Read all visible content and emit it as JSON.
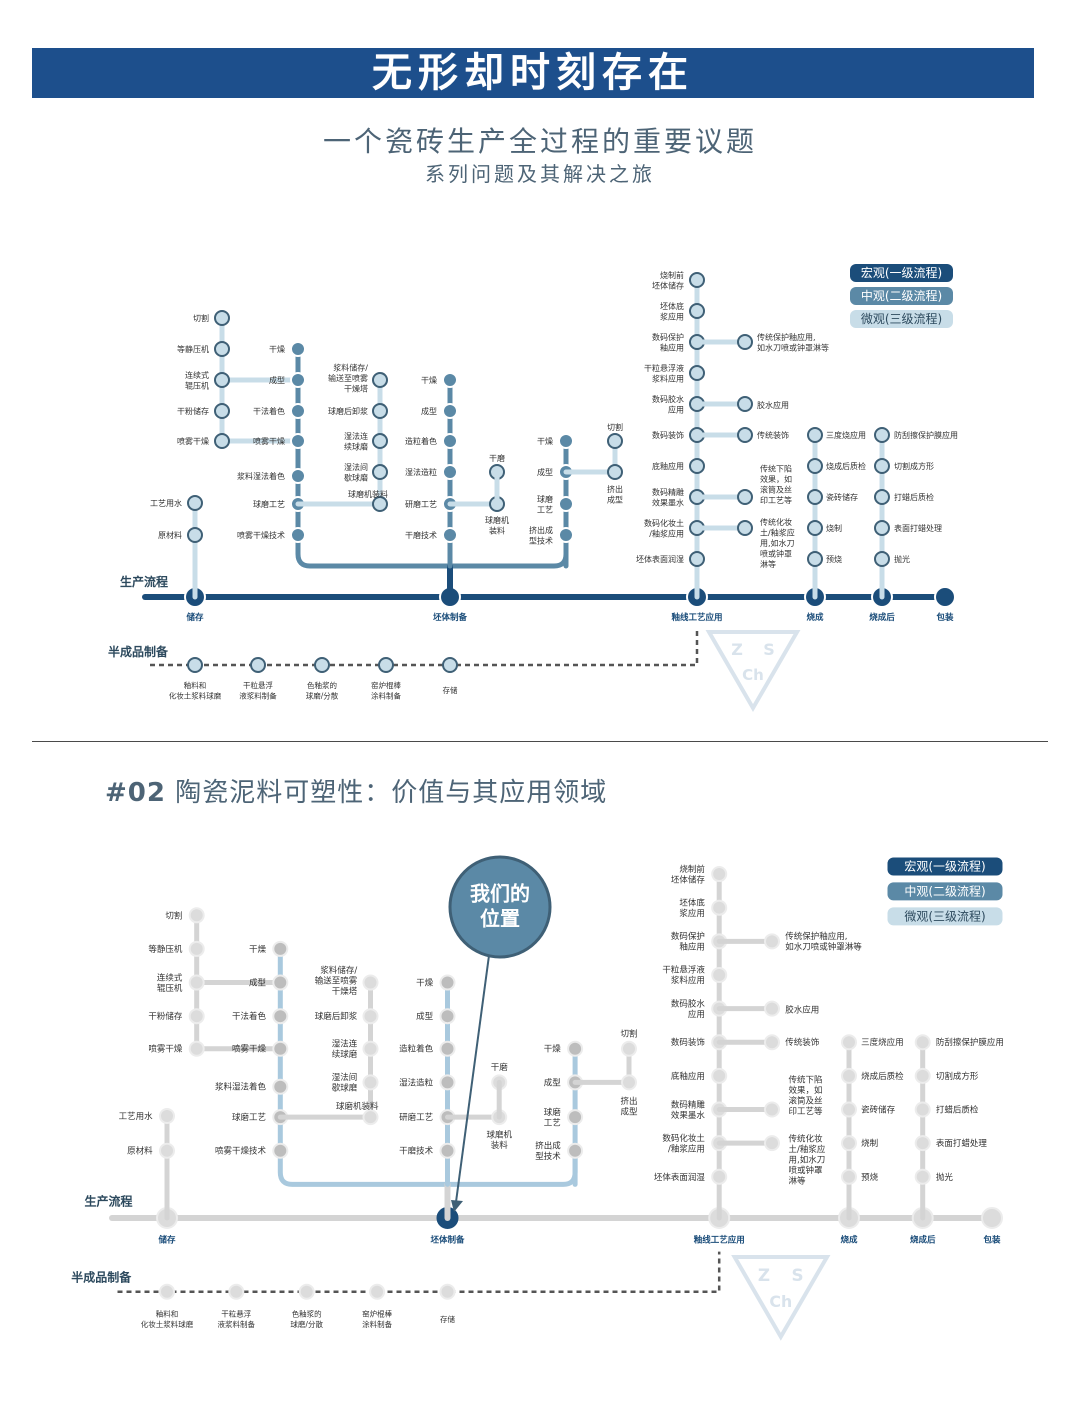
{
  "header": {
    "banner": "无形却时刻存在",
    "subtitle": "一个瓷砖生产全过程的重要议题",
    "subtitle2": "系列问题及其解决之旅"
  },
  "section2": {
    "number": "#02",
    "title": "陶瓷泥料可塑性：价值与其应用领域"
  },
  "legend": {
    "macro": "宏观(一级流程)",
    "meso": "中观(二级流程)",
    "micro": "微观(三级流程)"
  },
  "flow": {
    "production_label": "生产流程",
    "semi_label": "半成品制备",
    "main_stations": [
      "储存",
      "坯体制备",
      "釉线工艺应用",
      "烧成",
      "烧成后",
      "包装"
    ],
    "semi_stations": [
      "釉料和\n化妆土浆料球磨",
      "干粒悬浮\n液浆料制备",
      "色釉浆的\n球磨/分散",
      "窑炉棍棒\n涂料制备",
      "存储"
    ]
  },
  "stations": {
    "storage_branch": [
      "切割",
      "等静压机",
      "连续式\n辊压机",
      "干粉储存",
      "喷雾干燥"
    ],
    "storage_sub": [
      "工艺用水",
      "原材料"
    ],
    "body_a": [
      "干燥",
      "成型",
      "干法着色",
      "喷雾干燥",
      "浆料湿法着色",
      "球磨工艺",
      "喷雾干燥技术"
    ],
    "body_b": [
      "浆料储存/\n输送至喷雾\n干燥塔",
      "球磨后卸浆",
      "湿法连\n续球磨",
      "湿法间\n歇球磨",
      "球磨机装料"
    ],
    "body_c": [
      "干燥",
      "成型",
      "造粒着色",
      "湿法造粒",
      "研磨工艺",
      "干磨技术"
    ],
    "body_c_side": [
      "干磨",
      "球磨机\n装料"
    ],
    "body_d": [
      "干燥",
      "成型",
      "球磨\n工艺",
      "挤出成\n型技术"
    ],
    "body_d_side": [
      "切割",
      "挤出\n成型"
    ],
    "glaze": [
      "烧制前\n坯体储存",
      "坯体底\n浆应用",
      "数码保护\n釉应用",
      "干粒悬浮液\n浆料应用",
      "数码胶水\n应用",
      "数码装饰",
      "底釉应用",
      "数码精雕\n效果墨水",
      "数码化妆土\n/釉浆应用",
      "坯体表面润湿"
    ],
    "glaze_side": [
      "传统保护釉应用,\n如水刀喷或钟罩淋等",
      "胶水应用",
      "传统装饰",
      "传统下陷\n效果，如\n滚筒及丝\n印工艺等",
      "传统化妆\n土/釉浆应\n用,如水刀\n喷或钟罩\n淋等"
    ],
    "firing": [
      "三度烧应用",
      "烧成后质检",
      "瓷砖储存",
      "烧制",
      "预烧"
    ],
    "post": [
      "防刮擦保护膜应用",
      "切割成方形",
      "打蜡后质检",
      "表面打蜡处理",
      "抛光"
    ]
  },
  "callout": {
    "text": "我们的\n位置"
  },
  "logo": {
    "letters": [
      "Z",
      "S",
      "Ch"
    ]
  },
  "colors": {
    "macro": "#1b4d7a",
    "meso": "#5b89a6",
    "micro": "#c8dde8",
    "banner": "#1d4f8c",
    "gray": "#d4d4d4",
    "grayDark": "#bdbdbd"
  }
}
